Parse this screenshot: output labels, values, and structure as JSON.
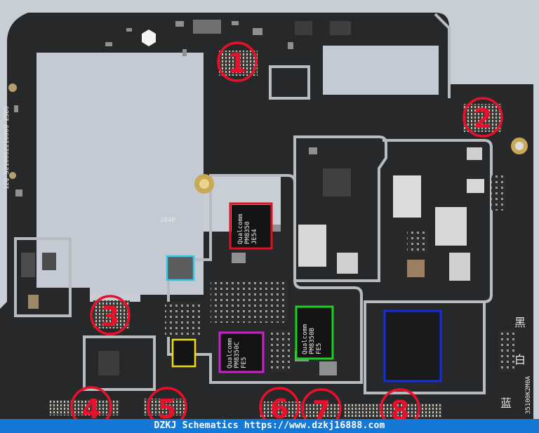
{
  "banner": {
    "text": "DZKJ Schematics https://www.dzkj16888.com"
  },
  "markers": [
    "1",
    "2",
    "3",
    "4",
    "5",
    "6",
    "7",
    "8"
  ],
  "silkscreen": {
    "board_id": "2048",
    "side_code": "12Q 5210062210000 Z5B0",
    "right_code": "35100K2M0A",
    "chip1_lines": [
      "Qualcomm",
      "PM8350",
      "JE54"
    ],
    "chip2_lines": [
      "Qualcomm",
      "PM8350B",
      "FE5"
    ],
    "chip3_lines": [
      "Qualcomm",
      "PM8350C",
      "FE5"
    ],
    "label_black": "黑",
    "label_white": "白",
    "label_blue": "蓝"
  },
  "colors": {
    "banner": "#1479d6",
    "marker": "#e8102a",
    "box_red": "#e01020",
    "box_cyan": "#30c8e8",
    "box_yellow": "#f0e000",
    "box_magenta": "#d020d0",
    "box_green": "#20d020",
    "box_blue": "#1030e0"
  }
}
